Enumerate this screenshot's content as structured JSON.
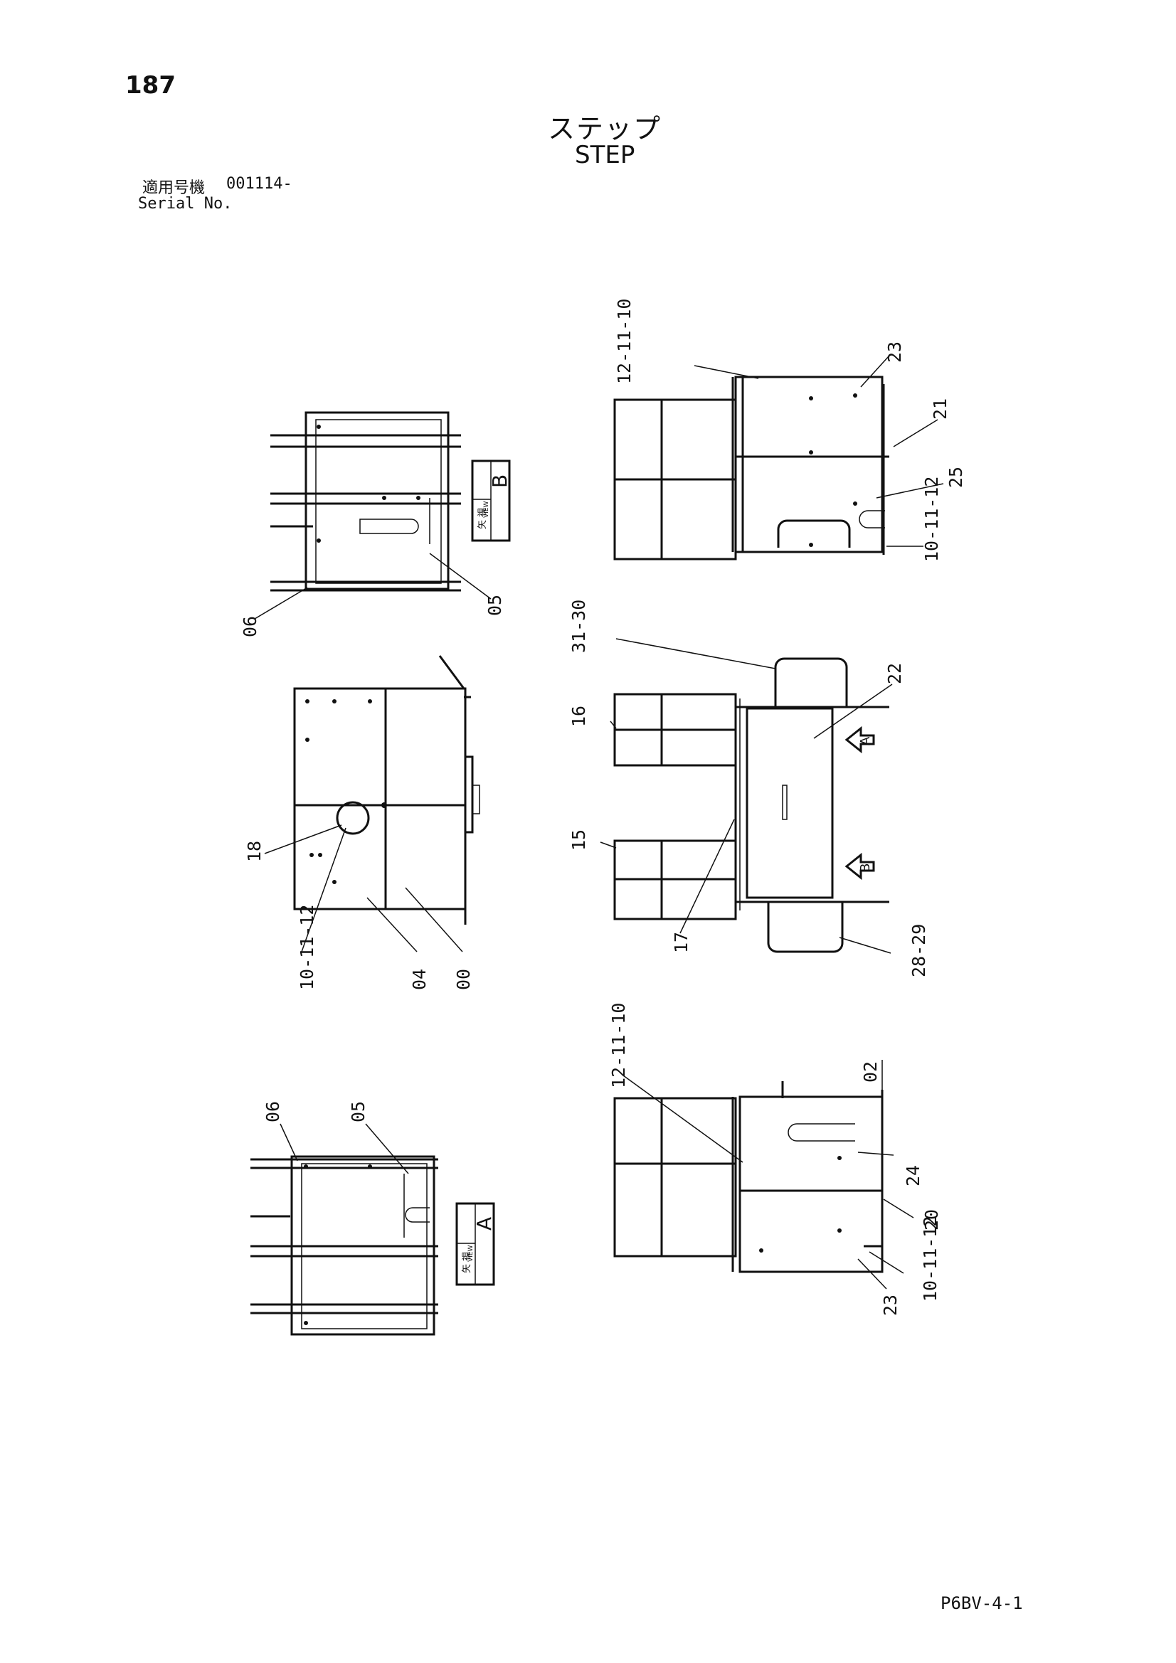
{
  "page_number": "187",
  "title_ja": "ステップ",
  "title_en": "STEP",
  "serial": {
    "label_ja": "適用号機",
    "value": "001114-",
    "label_en": "Serial No."
  },
  "drawing_code": "P6BV-4-1",
  "views": {
    "b": {
      "kanji": "矢 視",
      "small": "VIEW",
      "letter": "B"
    },
    "a": {
      "kanji": "矢 視",
      "small": "VIEW",
      "letter": "A"
    }
  },
  "arrow_letters": {
    "a": "A",
    "b": "B"
  },
  "callouts": {
    "c1": "12-11-10",
    "c2": "23",
    "c3": "21",
    "c4": "25",
    "c5": "10-11-12",
    "c6": "06",
    "c7": "05",
    "c8": "31-30",
    "c9": "22",
    "c10": "16",
    "c11": "15",
    "c12": "17",
    "c13": "28-29",
    "c14": "18",
    "c15": "10-11-12",
    "c16": "04",
    "c17": "00",
    "c18": "12-11-10",
    "c19": "02",
    "c20": "24",
    "c21": "20",
    "c22": "10-11-12",
    "c23": "23",
    "c24": "06",
    "c25": "05"
  }
}
